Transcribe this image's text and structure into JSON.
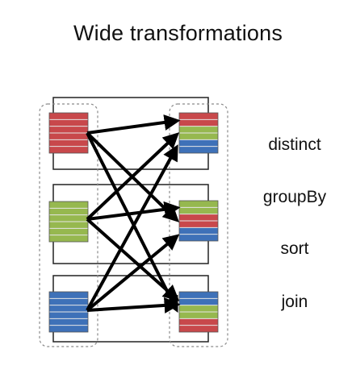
{
  "title": "Wide transformations",
  "operations": [
    "distinct",
    "groupBy",
    "sort",
    "join"
  ],
  "colors": {
    "red": "#c8484b",
    "green": "#96b84f",
    "blue": "#3e71b8",
    "stripe": "#e6e6e6",
    "frame": "#222222",
    "dashed": "#8a8a8a",
    "arrow": "#000000"
  },
  "source_partitions": [
    "red",
    "green",
    "blue"
  ],
  "target_partitions": [
    [
      "red",
      "green",
      "blue"
    ],
    [
      "green",
      "red",
      "blue"
    ],
    [
      "blue",
      "green",
      "red"
    ]
  ]
}
